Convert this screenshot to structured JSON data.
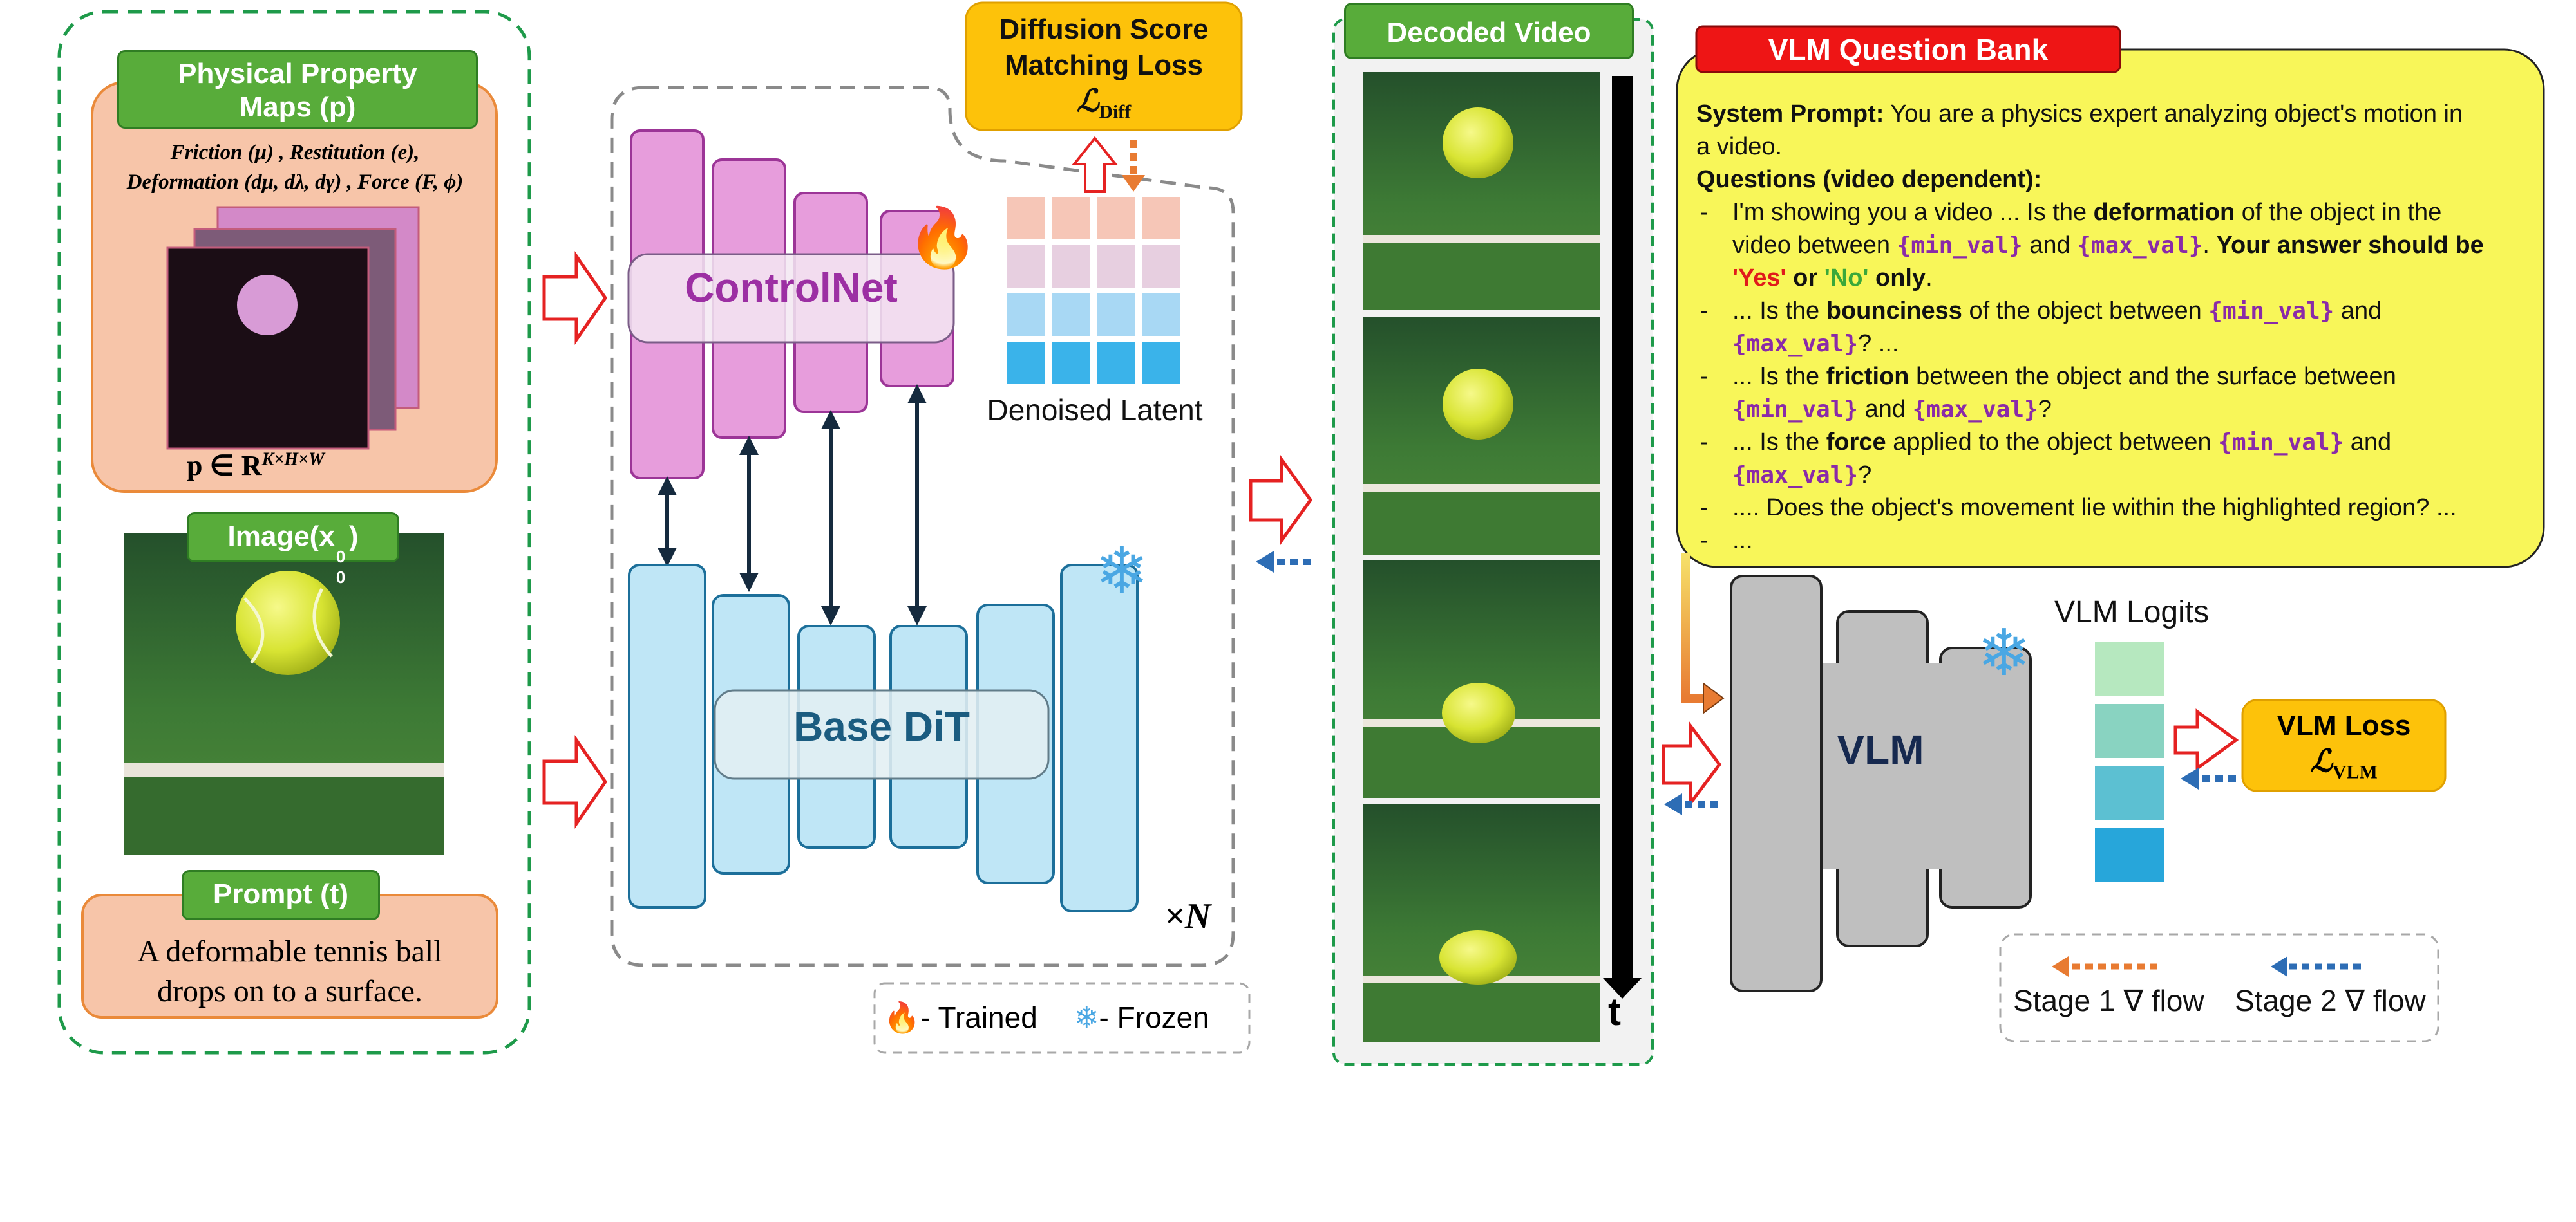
{
  "colors": {
    "green_label": "#58ac3a",
    "salmon_panel": "#f7c5a9",
    "controlnet": "#e79ddc",
    "dit": "#bfe6f6",
    "loss_box": "#fdc20a",
    "question_bank": "#f8f659",
    "bank_title": "#ee1515",
    "vlm_gray": "#bfbfbf",
    "stage1_arrow": "#e87b32",
    "stage2_arrow": "#2d6db5"
  },
  "inputs": {
    "property_title_line1": "Physical Property",
    "property_title_line2": "Maps (p)",
    "property_text_line1": "Friction (μ) , Restitution (e),",
    "property_text_line2": "Deformation (dμ, dλ, dγ) , Force (F, ϕ)",
    "tensor_label": "p ∈ R",
    "tensor_dims": "K×H×W",
    "image_title": "Image(x",
    "image_sup": "0",
    "image_sub": "0",
    "prompt_title": "Prompt (t)",
    "prompt_line1": "A deformable tennis ball",
    "prompt_line2": "drops on to a surface."
  },
  "model": {
    "controlnet_label": "ControlNet",
    "base_label": "Base DiT",
    "repeat_label": "×N",
    "diffusion_loss_line1": "Diffusion Score",
    "diffusion_loss_line2": "Matching Loss",
    "diffusion_loss_symbol": "ℒ",
    "diffusion_loss_sub": "Diff",
    "latent_label": "Denoised Latent",
    "legend_trained": "- Trained",
    "legend_frozen": "- Frozen",
    "fire_icon": "🔥",
    "snow_icon": "❄"
  },
  "video": {
    "title": "Decoded Video",
    "time_label": "t"
  },
  "question_bank": {
    "title": "VLM Question Bank",
    "system_label": "System Prompt:",
    "system_text": " You are a physics expert analyzing object's motion in",
    "system_text2": "a video.",
    "questions_label": "Questions (video dependent):",
    "bullet": "-",
    "q1_a": "I'm showing you a video ... Is the ",
    "q1_b": "deformation",
    "q1_c": " of the object in the",
    "q1_d": "video between ",
    "tok_min": "{min_val}",
    "tok_max": "{max_val}",
    "and": " and ",
    "q1_e": ". ",
    "q1_f": "Your answer should be",
    "q1_yes": "'Yes'",
    "q1_or": " or ",
    "q1_no": "'No'",
    "q1_only": " only",
    "q1_end": ".",
    "q2_a": "...  Is the ",
    "q2_b": "bounciness",
    "q2_c": " of the object between ",
    "q2_end": "? ...",
    "q3_a": "... Is the ",
    "q3_b": "friction",
    "q3_c": " between the object and the surface between",
    "q3_end": "?",
    "q4_a": "... Is the ",
    "q4_b": "force",
    "q4_c": " applied to the object between ",
    "q4_end": "?",
    "q5": ".... Does the object's movement lie within the highlighted region? ...",
    "q6": "..."
  },
  "vlm": {
    "label": "VLM",
    "logits_label": "VLM Logits",
    "loss_line1": "VLM Loss",
    "loss_symbol": "ℒ",
    "loss_sub": "VLM",
    "stage1": "Stage 1 ∇ flow",
    "stage2": "Stage 2 ∇ flow"
  }
}
